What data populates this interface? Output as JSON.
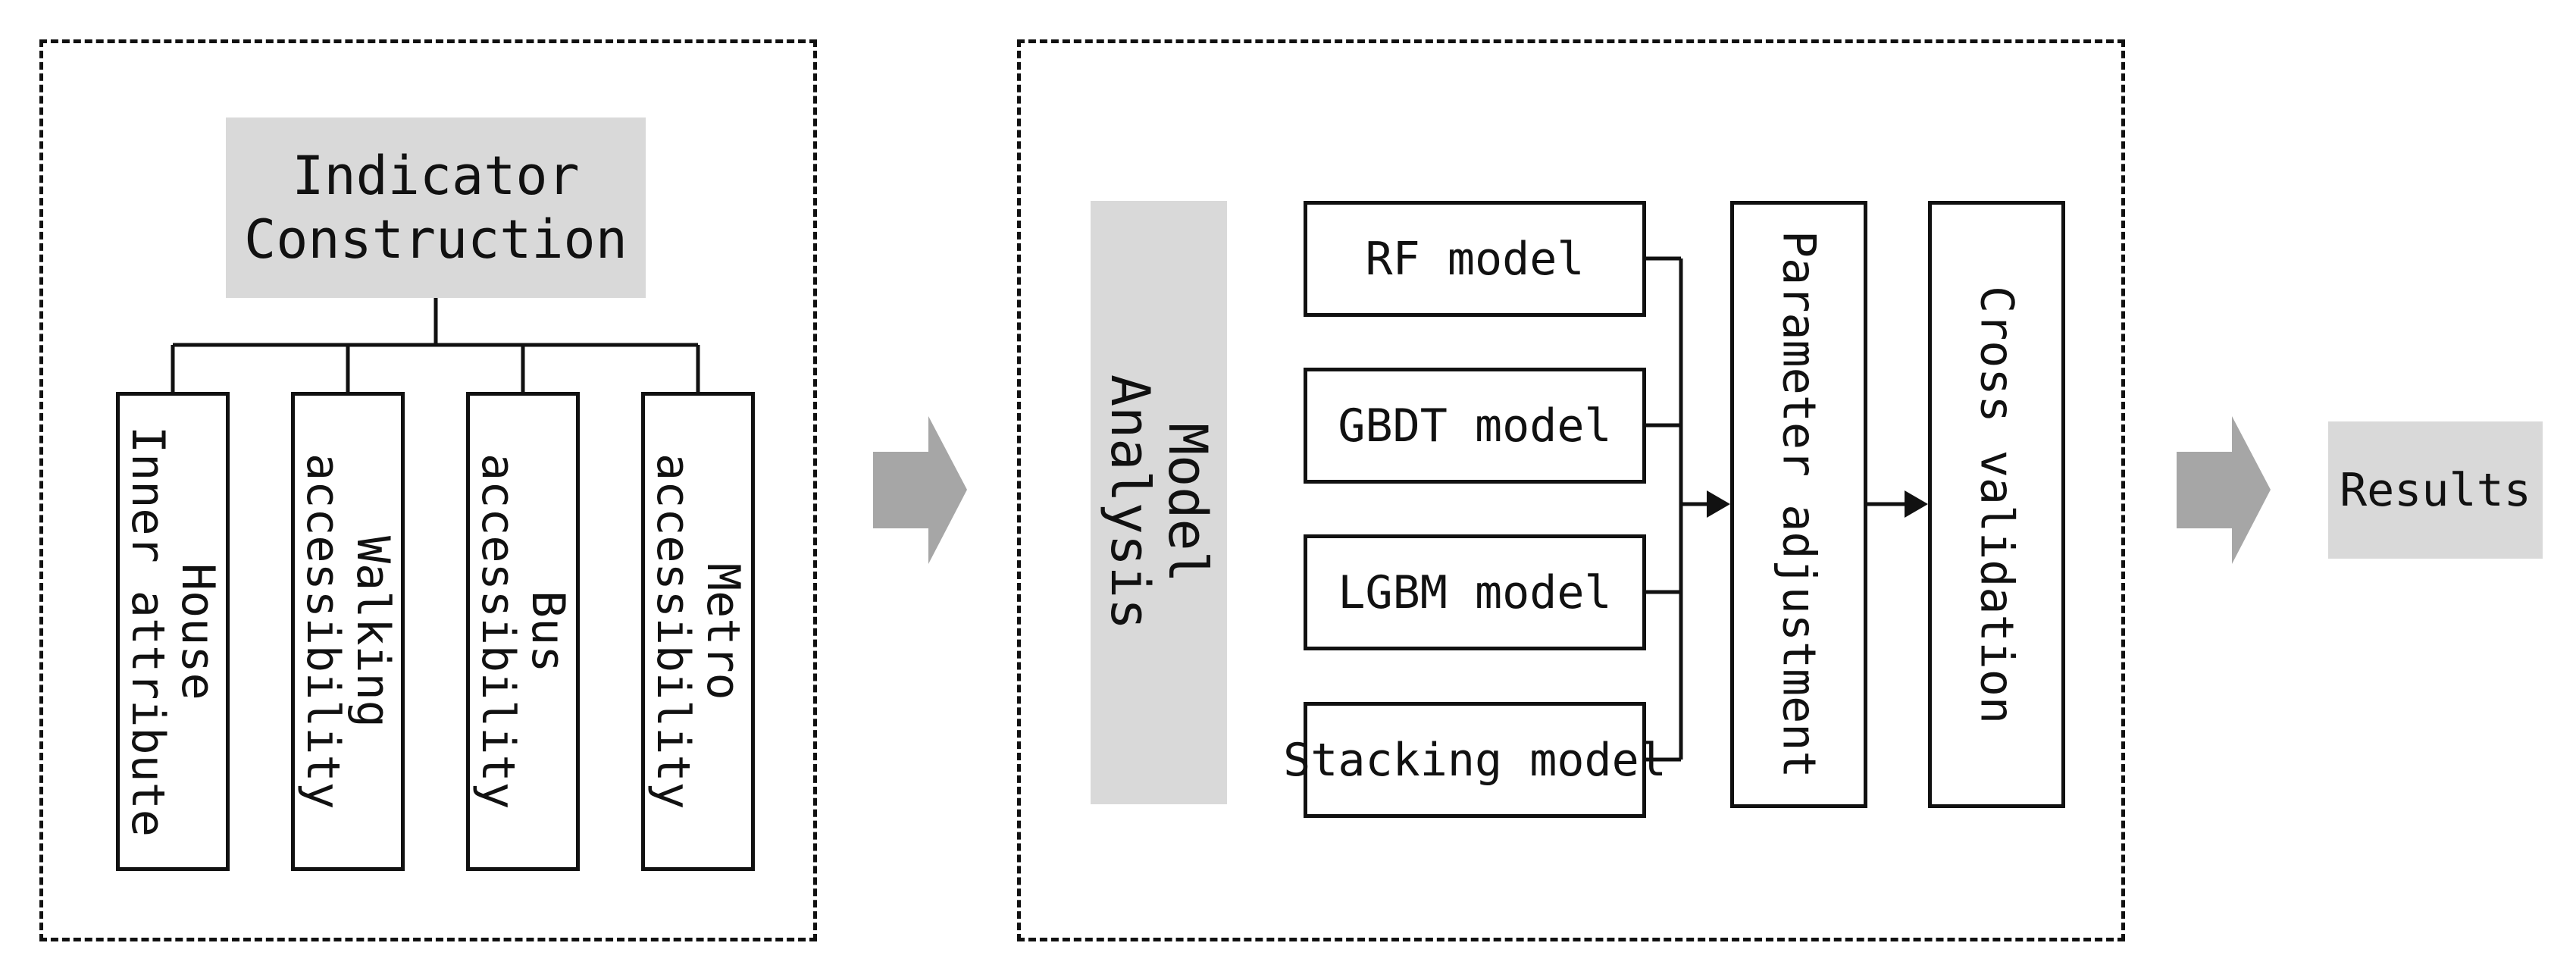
{
  "indicator_panel": {
    "header": [
      "Indicator",
      "Construction"
    ],
    "boxes": [
      {
        "lines": [
          "House",
          "Inner attribute"
        ]
      },
      {
        "lines": [
          "Walking",
          "accessibility"
        ]
      },
      {
        "lines": [
          "Bus",
          "accessibility"
        ]
      },
      {
        "lines": [
          "Metro",
          "accessibility"
        ]
      }
    ]
  },
  "model_panel": {
    "header": [
      "Model",
      "Analysis"
    ],
    "models": [
      "RF model",
      "GBDT model",
      "LGBM model",
      "Stacking model"
    ],
    "parameter_adjustment": "Parameter adjustment",
    "cross_validation": "Cross validation"
  },
  "results": "Results",
  "colors": {
    "grey_block": "#d9d9d9",
    "flow_arrow": "#a6a6a6",
    "line": "#111111"
  },
  "icons": {
    "flow_arrow": "block-arrow-right",
    "connector_arrow": "arrow-head-right"
  }
}
